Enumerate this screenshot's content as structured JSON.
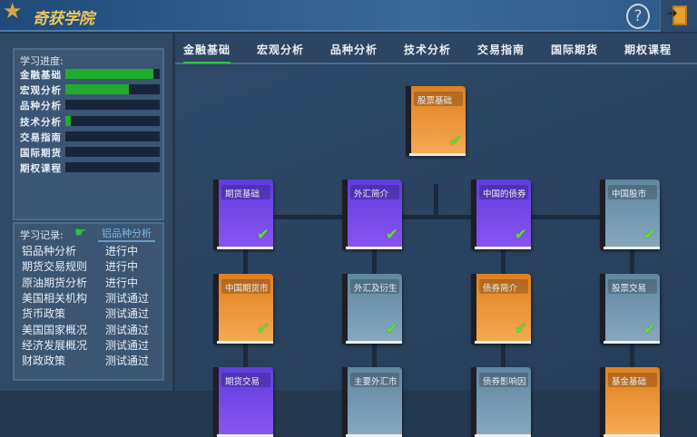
{
  "header": {
    "title": "奇获学院",
    "help_icon": "lightbulb-question-icon",
    "exit_icon": "exit-door-icon"
  },
  "progress": {
    "title": "学习进度:",
    "items": [
      {
        "label": "金融基础",
        "percent": 93
      },
      {
        "label": "宏观分析",
        "percent": 67
      },
      {
        "label": "品种分析",
        "percent": 0
      },
      {
        "label": "技术分析",
        "percent": 6
      },
      {
        "label": "交易指南",
        "percent": 0
      },
      {
        "label": "国际期货",
        "percent": 0
      },
      {
        "label": "期权课程",
        "percent": 0
      }
    ]
  },
  "records": {
    "title": "学习记录:",
    "current_link": "铝品种分析",
    "items": [
      {
        "name": "铝品种分析",
        "status": "进行中"
      },
      {
        "name": "期货交易规则",
        "status": "进行中"
      },
      {
        "name": "原油期货分析",
        "status": "进行中"
      },
      {
        "name": "美国相关机构",
        "status": "测试通过"
      },
      {
        "name": "货币政策",
        "status": "测试通过"
      },
      {
        "name": "美国国家概况",
        "status": "测试通过"
      },
      {
        "name": "经济发展概况",
        "status": "测试通过"
      },
      {
        "name": "财政政策",
        "status": "测试通过"
      }
    ]
  },
  "tabs": [
    {
      "label": "金融基础",
      "active": true
    },
    {
      "label": "宏观分析"
    },
    {
      "label": "品种分析"
    },
    {
      "label": "技术分析"
    },
    {
      "label": "交易指南"
    },
    {
      "label": "国际期货"
    },
    {
      "label": "期权课程"
    }
  ],
  "colors": {
    "purple": "#6a46e8",
    "orange": "#ea8f2e",
    "grey": "#6f94ab",
    "progress": "#1fad2c"
  },
  "courses": [
    {
      "title": "股票基础",
      "color": "orange",
      "done": true
    },
    {
      "title": "期货基础",
      "color": "purple",
      "done": true
    },
    {
      "title": "外汇简介",
      "color": "purple",
      "done": true
    },
    {
      "title": "中国的债券",
      "color": "purple",
      "done": true
    },
    {
      "title": "中国股市",
      "color": "grey",
      "done": true
    },
    {
      "title": "中国期货市",
      "color": "orange",
      "done": true
    },
    {
      "title": "外汇及衍生",
      "color": "grey",
      "done": true
    },
    {
      "title": "债券简介",
      "color": "orange",
      "done": true
    },
    {
      "title": "股票交易",
      "color": "grey",
      "done": true
    },
    {
      "title": "期货交易",
      "color": "purple",
      "done": false
    },
    {
      "title": "主要外汇市",
      "color": "grey",
      "done": false
    },
    {
      "title": "债券影响因",
      "color": "grey",
      "done": false
    },
    {
      "title": "基金基础",
      "color": "orange",
      "done": false
    }
  ]
}
